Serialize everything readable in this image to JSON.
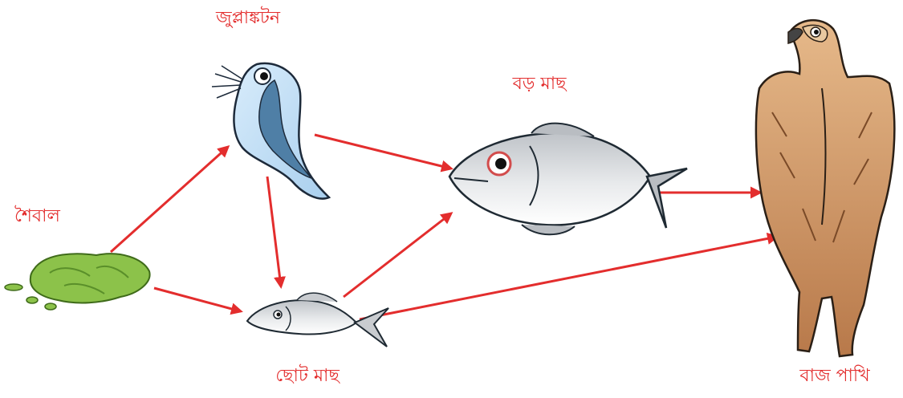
{
  "nodes": [
    {
      "id": "algae",
      "label": "শৈবাল",
      "icon": "algae-icon"
    },
    {
      "id": "zooplankton",
      "label": "জুপ্লাঙ্কটন",
      "icon": "zooplankton-icon"
    },
    {
      "id": "small_fish",
      "label": "ছোট মাছ",
      "icon": "small-fish-icon"
    },
    {
      "id": "big_fish",
      "label": "বড় মাছ",
      "icon": "big-fish-icon"
    },
    {
      "id": "hawk",
      "label": "বাজ পাখি",
      "icon": "hawk-icon"
    }
  ],
  "edges": [
    {
      "from": "algae",
      "to": "zooplankton"
    },
    {
      "from": "algae",
      "to": "small_fish"
    },
    {
      "from": "zooplankton",
      "to": "small_fish"
    },
    {
      "from": "zooplankton",
      "to": "big_fish"
    },
    {
      "from": "small_fish",
      "to": "big_fish"
    },
    {
      "from": "small_fish",
      "to": "hawk"
    },
    {
      "from": "big_fish",
      "to": "hawk"
    }
  ],
  "colors": {
    "arrow": "#e32d2d",
    "label": "#e32d2d"
  }
}
